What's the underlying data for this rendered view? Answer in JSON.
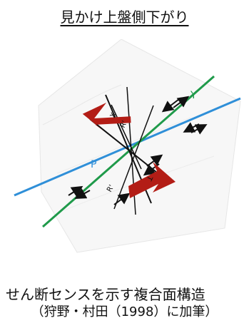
{
  "title": "見かけ上盤側下がり",
  "labels": {
    "p": "P",
    "y": "Y",
    "angle1": "X",
    "angle2": "R'",
    "angle3": "T",
    "angle4": "R'"
  },
  "caption": {
    "line1": "せん断センスを示す複合面構造",
    "line2": "（狩野・村田（1998）に加筆）"
  },
  "colors": {
    "p_line": "#2f8fd8",
    "y_line": "#1f9a4a",
    "shear_arrow": "#b31d16",
    "black": "#111111"
  }
}
